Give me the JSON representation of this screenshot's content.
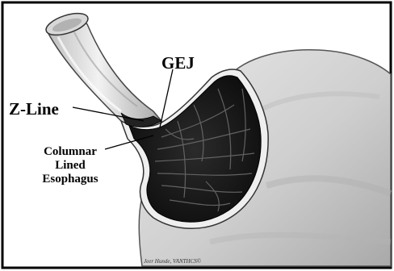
{
  "labels": {
    "gej": "GEJ",
    "z_line": "Z-Line",
    "columnar": [
      "Columnar",
      "Lined",
      "Esophagus"
    ]
  },
  "signature": "Jeer Hunde, VANTHCS©",
  "colors": {
    "background": "#ffffff",
    "border": "#000000",
    "stomach_outer": "#d0d0d0",
    "esophagus_tube": "#dcdcdc",
    "mucosa": "#1b1b1b",
    "fold_lines": "#6a6a6a",
    "leader_lines": "#000000"
  }
}
